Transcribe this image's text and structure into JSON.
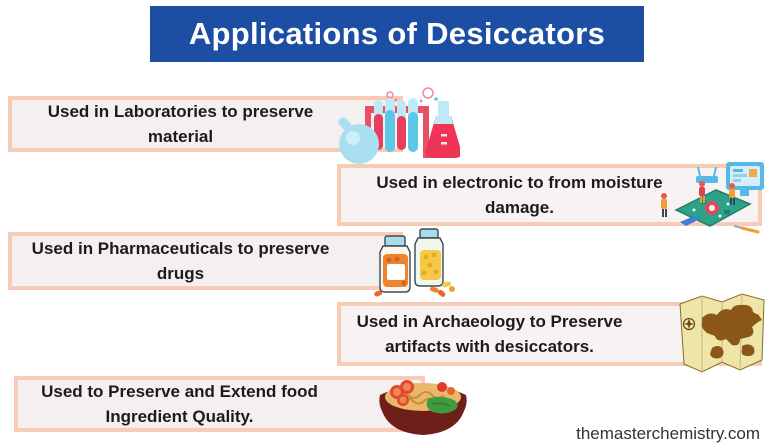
{
  "title": "Applications of Desiccators",
  "rows": [
    {
      "text": "Used in Laboratories to preserve material",
      "icon": "lab-glassware-icon"
    },
    {
      "text": "Used in electronic to from moisture damage.",
      "icon": "electronics-repair-icon"
    },
    {
      "text": "Used in Pharmaceuticals to preserve drugs",
      "icon": "pill-bottles-icon"
    },
    {
      "text": "Used in Archaeology to Preserve artifacts with desiccators.",
      "icon": "world-map-icon"
    },
    {
      "text": "Used to Preserve and Extend food Ingredient Quality.",
      "icon": "food-bowl-icon"
    }
  ],
  "footer": {
    "website": "themasterchemistry.com"
  },
  "colors": {
    "header_bg": "#1c4fa3",
    "header_text": "#ffffff",
    "box_border": "#f8cbb4",
    "box_bg": "#f3f0ef",
    "body_text": "#1d1b1b",
    "footer_text": "#333333"
  }
}
